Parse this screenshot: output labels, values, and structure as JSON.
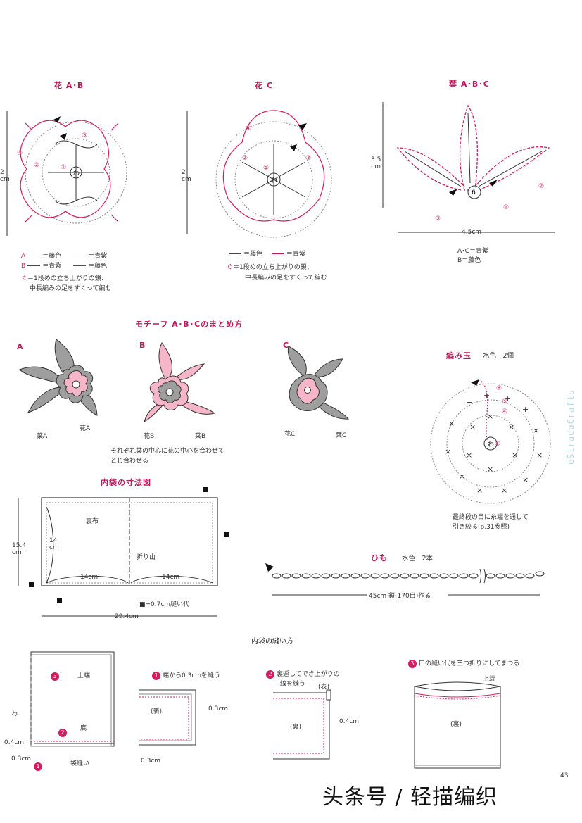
{
  "titles": {
    "flower_ab": "花 A･B",
    "flower_c": "花 C",
    "leaf_abc": "葉 A･B･C",
    "motif_assembly": "モチーフ A･B･Cのまとめ方",
    "ball": "編み玉",
    "inner_bag_dims": "内袋の寸法図",
    "string": "ひも",
    "inner_bag_sewing": "内袋の縫い方"
  },
  "flower_ab": {
    "height": "2\ncm",
    "legend_a_label": "A",
    "legend_a_gray": "＝藤色",
    "legend_a_pink": "＝青紫",
    "legend_b_label": "B",
    "legend_b_gray": "＝青紫",
    "legend_b_pink": "＝藤色",
    "note_line1": "＝1段めの立ち上がりの鎖、",
    "note_line2": "中長編みの足をすくって編む"
  },
  "flower_c": {
    "height": "2\ncm",
    "legend_gray": "＝藤色",
    "legend_pink": "＝青紫",
    "note_line1": "＝1段めの立ち上がりの鎖、",
    "note_line2": "中長編みの足をすくって編む"
  },
  "leaf": {
    "height": "3.5\ncm",
    "width": "4.5cm",
    "color_ac": "A･C＝青紫",
    "color_b": "B＝藤色"
  },
  "motifs": {
    "a_label": "A",
    "b_label": "B",
    "c_label": "C",
    "leaf_a": "葉A",
    "flower_a": "花A",
    "flower_b": "花B",
    "leaf_b": "葉B",
    "flower_c": "花C",
    "leaf_c": "葉C",
    "note_line1": "それぞれ葉の中心に花の中心を合わせて",
    "note_line2": "とじ合わせる"
  },
  "ball": {
    "spec": "水色　2個",
    "note_line1": "最終段の目に糸端を通して",
    "note_line2": "引き絞る(p.31参照)"
  },
  "inner_bag": {
    "back_fabric": "裏布",
    "fold": "折り山",
    "height_total": "15.4\ncm",
    "height_inner": "14\ncm",
    "w_left": "14cm",
    "w_right": "14cm",
    "w_total": "29.4cm",
    "seam_allowance": "■=0.7cm縫い代"
  },
  "string": {
    "spec": "水色　2本",
    "length": "45cm  鎖(170目)作る"
  },
  "sewing": {
    "top_edge": "上端",
    "bottom": "底",
    "wa": "わ",
    "m04": "0.4cm",
    "m03": "0.3cm",
    "bag_seam": "袋縫い",
    "step1": "端から0.3cmを縫う",
    "step1_front": "(表)",
    "step1_m1": "0.3cm",
    "step1_m2": "0.3cm",
    "step2_line1": "裏返してでき上がりの",
    "step2_line2": "線を縫う",
    "step2_front": "(表)",
    "step2_back": "(裏)",
    "step2_m": "0.4cm",
    "step3": "口の縫い代を三つ折りにしてまつる",
    "step3_top": "上端",
    "step3_back": "(裏)",
    "n1": "1",
    "n2": "2",
    "n3": "3"
  },
  "page_number": "43",
  "watermark": "eStradaCrafts",
  "footer_text": "头条号 / 轻描编织",
  "colors": {
    "pink": "#d81b60",
    "gray_motif": "#9e9e9e",
    "pink_motif": "#f4b6c8"
  }
}
